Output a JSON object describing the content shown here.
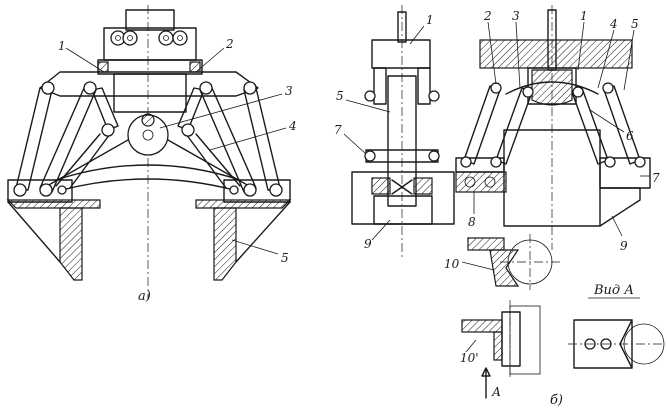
{
  "figure_a": {
    "caption": "а)",
    "labels": {
      "l1": "1",
      "l2": "2",
      "l3": "3",
      "l4": "4",
      "l5": "5"
    }
  },
  "figure_b": {
    "caption": "б)",
    "view_title": "Вид А",
    "arrow_label": "А",
    "labels": {
      "top1": "1",
      "left5": "5",
      "left7": "7",
      "left9": "9",
      "r2": "2",
      "r3": "3",
      "r1": "1",
      "r4": "4",
      "r5": "5",
      "r6": "6",
      "r7": "7",
      "r8": "8",
      "r9": "9",
      "d10": "10",
      "d10b": "10'"
    }
  }
}
